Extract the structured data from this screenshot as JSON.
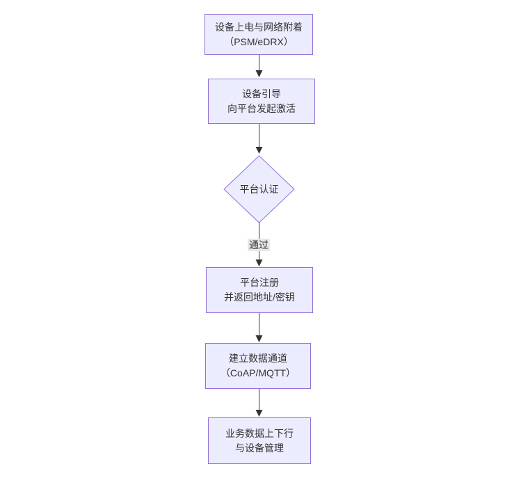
{
  "canvas": {
    "background": "#ffffff"
  },
  "colors": {
    "node_fill": "#ECECFF",
    "node_border": "#9370DB",
    "text": "#333333",
    "arrow": "#333333",
    "edge_label_bg": "#e8e8e8"
  },
  "flow": {
    "type": "flowchart-vertical",
    "nodes": [
      {
        "id": "A",
        "shape": "rect",
        "line1": "设备上电与网络附着",
        "line2": "（PSM/eDRX）"
      },
      {
        "id": "B",
        "shape": "rect",
        "line1": "设备引导",
        "line2": "向平台发起激活"
      },
      {
        "id": "C",
        "shape": "diamond",
        "line1": "平台认证",
        "line2": ""
      },
      {
        "id": "D",
        "shape": "rect",
        "line1": "平台注册",
        "line2": "并返回地址/密钥"
      },
      {
        "id": "E",
        "shape": "rect",
        "line1": "建立数据通道",
        "line2": "（CoAP/MQTT）"
      },
      {
        "id": "F",
        "shape": "rect",
        "line1": "业务数据上下行",
        "line2": "与设备管理"
      }
    ],
    "edges": [
      {
        "from": "A",
        "to": "B",
        "label": ""
      },
      {
        "from": "B",
        "to": "C",
        "label": ""
      },
      {
        "from": "C",
        "to": "D",
        "label": "通过"
      },
      {
        "from": "D",
        "to": "E",
        "label": ""
      },
      {
        "from": "E",
        "to": "F",
        "label": ""
      }
    ]
  }
}
